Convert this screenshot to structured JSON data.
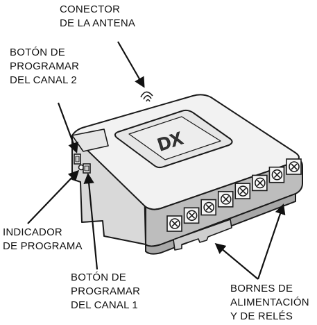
{
  "callouts": {
    "antenna_connector": [
      "CONECTOR",
      "DE LA ANTENA"
    ],
    "program_button_ch2": [
      "BOTÓN DE",
      "PROGRAMAR",
      "DEL CANAL 2"
    ],
    "program_indicator": [
      "INDICADOR",
      "DE PROGRAMA"
    ],
    "program_button_ch1": [
      "BOTÓN DE",
      "PROGRAMAR",
      "DEL CANAL 1"
    ],
    "terminals": [
      "BORNES DE",
      "ALIMENTACIÓN",
      "Y DE RELÉS"
    ]
  },
  "device": {
    "logo_text": "DX",
    "terminal_count": 8
  },
  "colors": {
    "outline": "#1a1a1a",
    "top_face": "#f2f2f2",
    "front_face": "#bdbdbd",
    "side_face": "#dcdcdc",
    "background": "#ffffff"
  }
}
